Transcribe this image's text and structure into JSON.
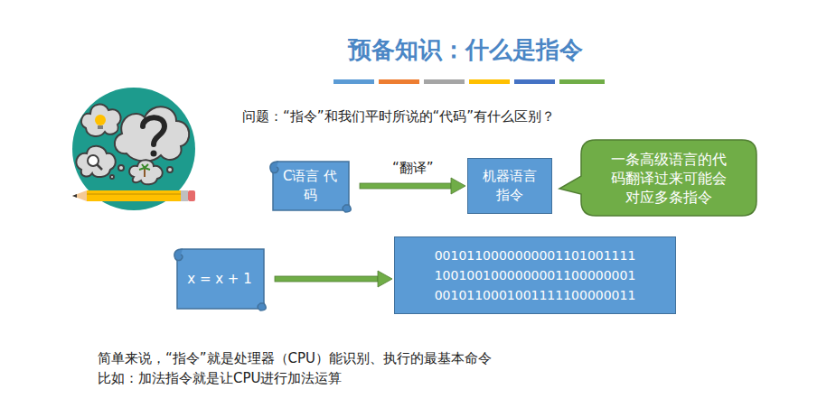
{
  "diagram": {
    "title": "预备知识：什么是指令",
    "nodes": [
      {
        "text": [
          "C语言 代码"
        ]
      },
      {
        "text": [
          "机器语言 指令"
        ]
      },
      {
        "text": [
          "一条高级语言的代码翻译过来可能会对应多条指令"
        ]
      },
      {
        "text": [
          "x = x + 1"
        ]
      },
      {
        "text": [
          "0010110000000001101001111",
          "1001001000000001100000001",
          "0010110001001111100000011"
        ]
      }
    ],
    "edges": [
      {
        "from": 0,
        "to": 1,
        "label": "“翻译”",
        "arrow": "to"
      },
      {
        "from": 3,
        "to": 4,
        "arrow": "to"
      }
    ],
    "labels": [
      "问题：“指令”和我们平时所说的“代码”有什么区别？",
      "简单来说，“指令”就是处理器（CPU）能识别、执行的最基本命令",
      "比如：加法指令就是让CPU进行加法运算"
    ]
  }
}
